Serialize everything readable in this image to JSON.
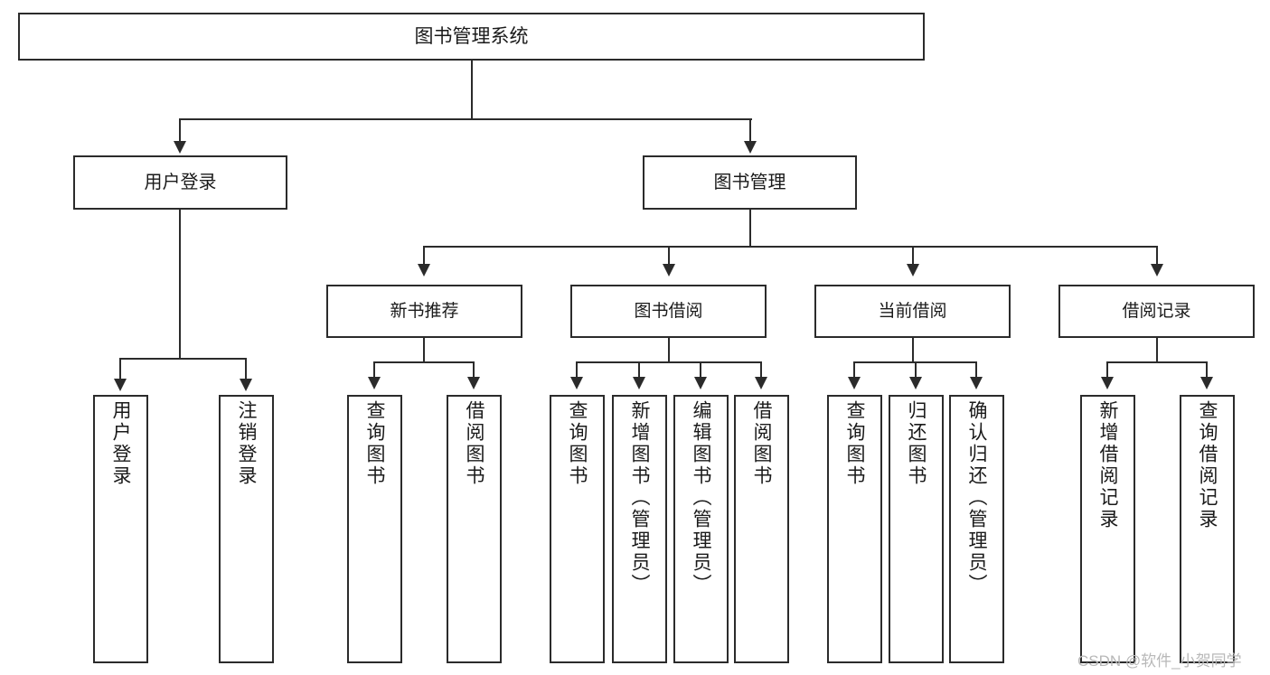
{
  "diagram": {
    "type": "tree-hierarchy-chart",
    "title": "图书管理系统",
    "levels": {
      "root": {
        "label": "图书管理系统"
      },
      "level2": [
        {
          "label": "用户登录"
        },
        {
          "label": "图书管理"
        }
      ],
      "level3": [
        {
          "label": "新书推荐"
        },
        {
          "label": "图书借阅"
        },
        {
          "label": "当前借阅"
        },
        {
          "label": "借阅记录"
        }
      ],
      "leaves": {
        "user_login_group": [
          {
            "label": "用户登录"
          },
          {
            "label": "注销登录"
          }
        ],
        "new_book_group": [
          {
            "label": "查询图书"
          },
          {
            "label": "借阅图书"
          }
        ],
        "book_borrow_group": [
          {
            "label": "查询图书"
          },
          {
            "label": "新增图书（管理员）"
          },
          {
            "label": "编辑图书（管理员）"
          },
          {
            "label": "借阅图书"
          }
        ],
        "current_borrow_group": [
          {
            "label": "查询图书"
          },
          {
            "label": "归还图书"
          },
          {
            "label": "确认归还（管理员）"
          }
        ],
        "borrow_record_group": [
          {
            "label": "新增借阅记录"
          },
          {
            "label": "查询借阅记录"
          }
        ]
      }
    },
    "colors": {
      "stroke": "#2b2b2b",
      "fill": "#ffffff",
      "text": "#1a1a1a",
      "watermark": "#b8b8b8"
    }
  },
  "watermark": {
    "text": "CSDN @软件_小贺同学"
  }
}
